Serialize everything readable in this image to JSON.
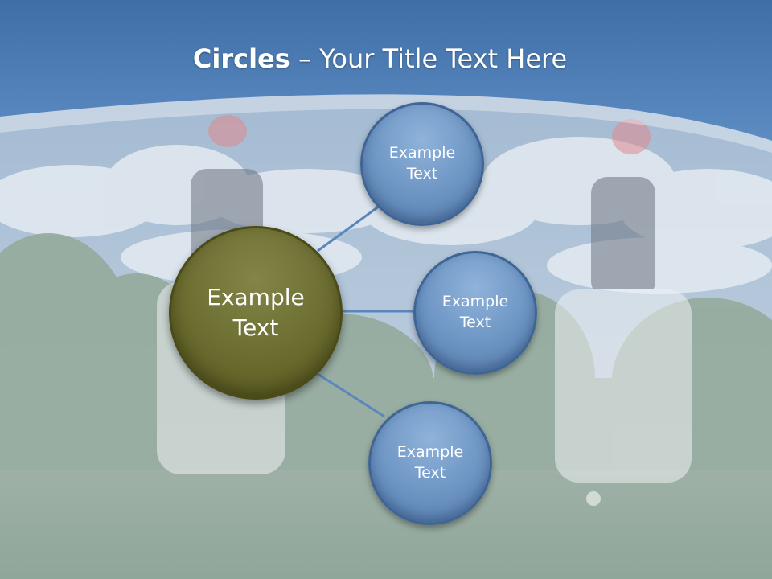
{
  "slide": {
    "title_bold": "Circles",
    "title_rest": " – Your Title Text Here"
  },
  "diagram": {
    "center_node": {
      "line1": "Example",
      "line2": "Text"
    },
    "nodes": [
      {
        "line1": "Example",
        "line2": "Text"
      },
      {
        "line1": "Example",
        "line2": "Text"
      },
      {
        "line1": "Example",
        "line2": "Text"
      }
    ]
  },
  "colors": {
    "header_blue": "#4f7db3",
    "center_circle": "#6b6c2f",
    "outer_circle": "#6c94c3",
    "connector": "#5b87bd"
  }
}
